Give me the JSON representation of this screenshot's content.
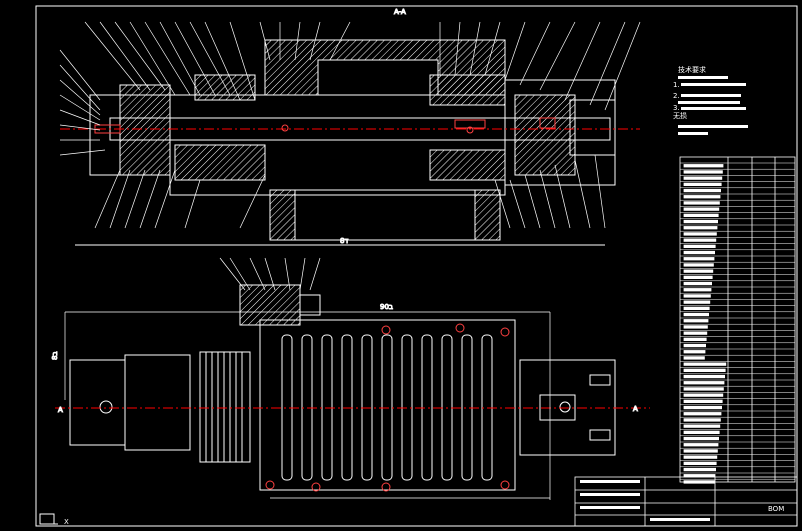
{
  "drawing": {
    "section_label": "A-A",
    "dimension_labels": {
      "top_length": "8ד",
      "bottom_length": "ב90",
      "left_height": "ב8"
    },
    "section_markers": {
      "left": "A",
      "right": "A"
    },
    "notes_title": "技术要求",
    "notes_number_1": "1.",
    "notes_number_2": "2.",
    "notes_number_3": "3.",
    "notes_extra": "无损",
    "ucs_label": "X",
    "title_block_label": "BOM"
  },
  "colors": {
    "background": "#000000",
    "line": "#ffffff",
    "hatch": "#ffffff",
    "centerline": "#ff0000",
    "highlight": "#ff4040",
    "frame": "#ffffff"
  }
}
